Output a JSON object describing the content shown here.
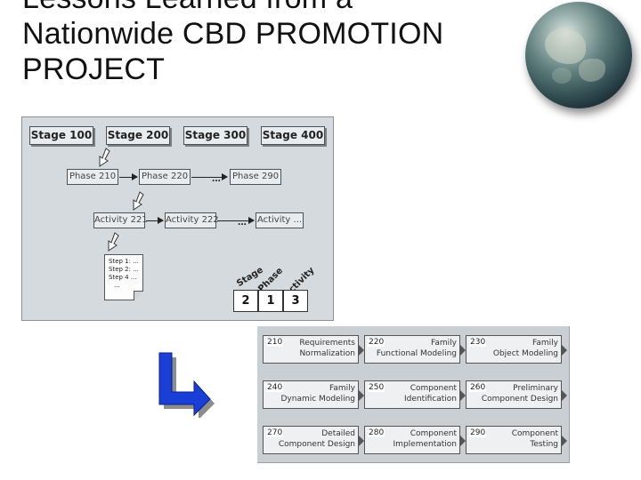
{
  "slide": {
    "title_lines": [
      "Lessons Learned from a",
      "Nationwide CBD PROMOTION",
      "PROJECT"
    ]
  },
  "upper_diagram": {
    "stages": [
      "Stage 100",
      "Stage 200",
      "Stage 300",
      "Stage 400"
    ],
    "phases": [
      "Phase 210",
      "Phase 220",
      "Phase 290"
    ],
    "activities": [
      "Activity 221",
      "Activity 222",
      "Activity ..."
    ],
    "ellipsis": "...",
    "steps": [
      "Step 1: ...",
      "Step 2: ...",
      "Step 4 ..."
    ],
    "step_ellipsis": "...",
    "axis_labels": [
      "Stage",
      "Phase",
      "Activity"
    ],
    "numbers": [
      "2",
      "1",
      "3"
    ]
  },
  "lower_diagram": {
    "cells": [
      {
        "code": "210",
        "line1": "Requirements",
        "line2": "Normalization"
      },
      {
        "code": "220",
        "line1": "Family",
        "line2": "Functional Modeling"
      },
      {
        "code": "230",
        "line1": "Family",
        "line2": "Object Modeling"
      },
      {
        "code": "240",
        "line1": "Family",
        "line2": "Dynamic Modeling"
      },
      {
        "code": "250",
        "line1": "Component",
        "line2": "Identification"
      },
      {
        "code": "260",
        "line1": "Preliminary",
        "line2": "Component Design"
      },
      {
        "code": "270",
        "line1": "Detailed",
        "line2": "Component Design"
      },
      {
        "code": "280",
        "line1": "Component",
        "line2": "Implementation"
      },
      {
        "code": "290",
        "line1": "Component",
        "line2": "Testing"
      }
    ]
  },
  "colors": {
    "diagram_bg": "#d5dade",
    "grid_bg": "#c9cfd3",
    "arrow_blue": "#1a3fd6",
    "globe_dark": "#2f4a4f"
  },
  "icons": [
    "globe-icon",
    "down-right-arrow-icon",
    "hollow-arrow-icon"
  ]
}
